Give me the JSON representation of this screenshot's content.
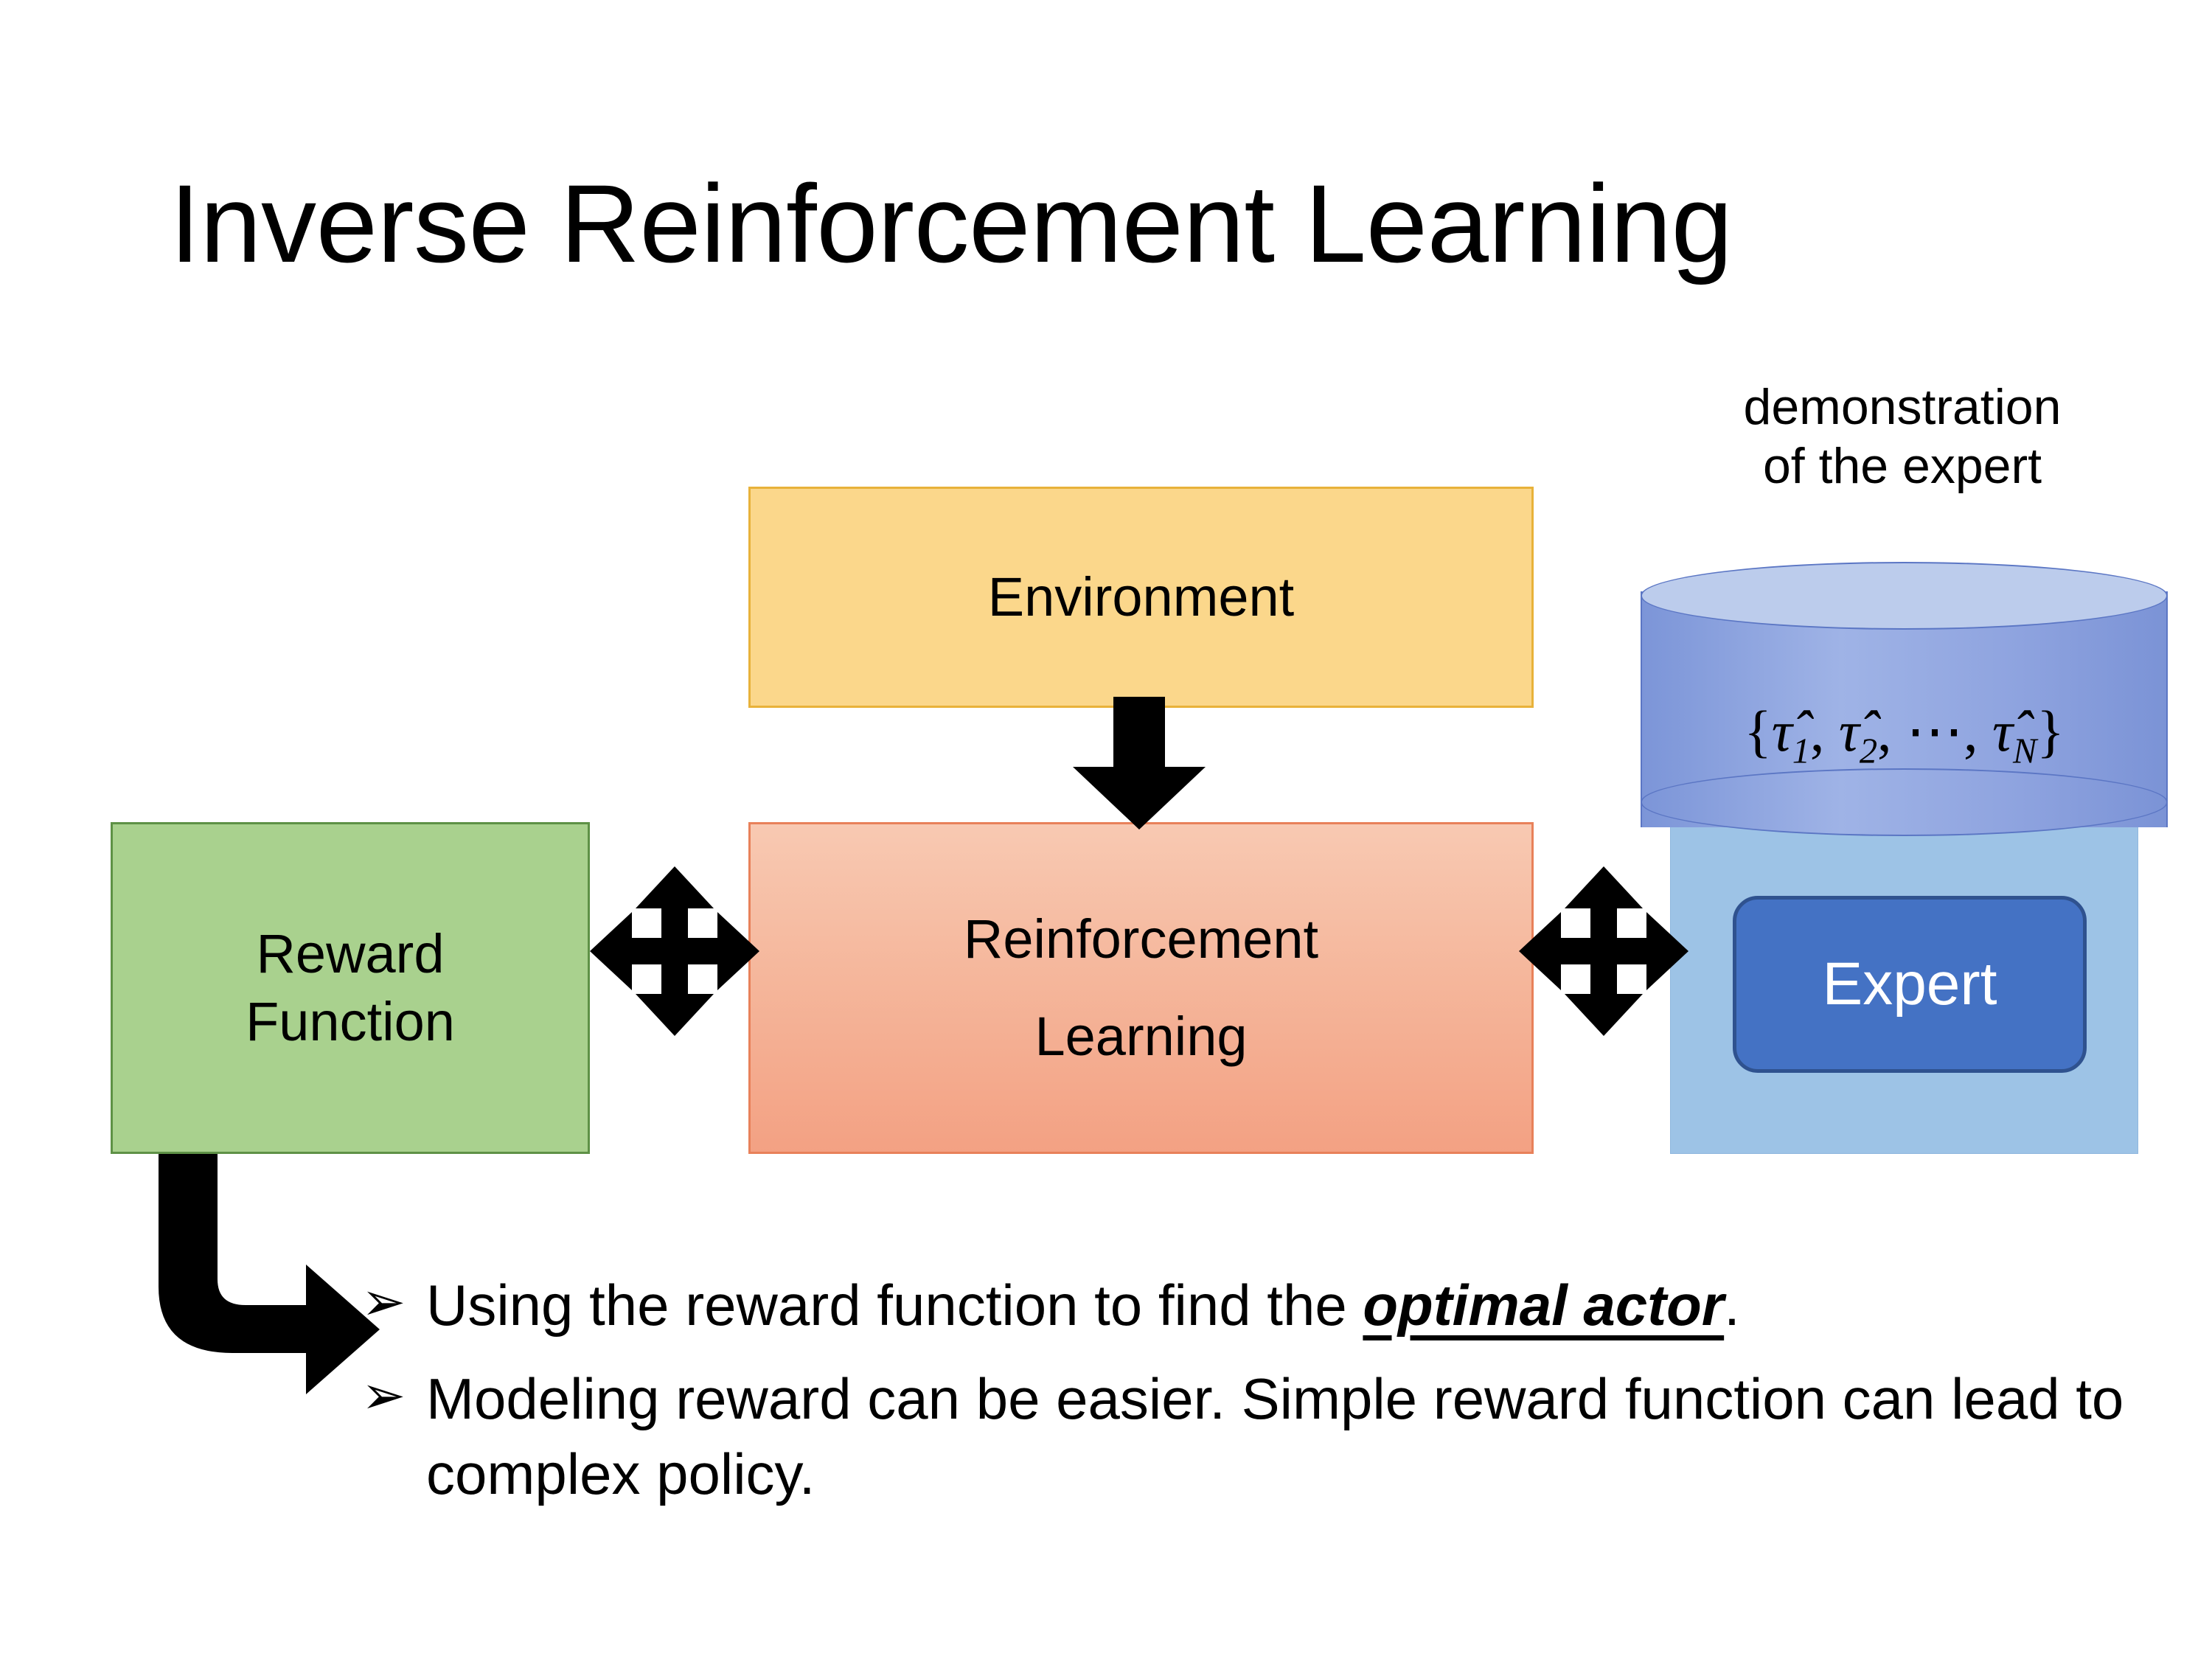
{
  "slide": {
    "title": "Inverse Reinforcement Learning"
  },
  "diagram": {
    "environment": {
      "label": "Environment",
      "fill": "#FBD78B",
      "border": "#E8B23A"
    },
    "reinforcement_learning": {
      "label_line1": "Reinforcement",
      "label_line2": "Learning",
      "fill_top": "#F8C9B2",
      "fill_bottom": "#F3A183",
      "border": "#E8815A"
    },
    "reward_function": {
      "label_line1": "Reward",
      "label_line2": "Function",
      "fill": "#A9D18E",
      "border": "#5E9146"
    },
    "demonstration": {
      "caption_line1": "demonstration",
      "caption_line2": "of the expert",
      "trajectory_set_open": "{",
      "trajectory_1": "τ̂",
      "trajectory_1_sub": "1",
      "trajectory_2": "τ̂",
      "trajectory_2_sub": "2",
      "ellipsis": "⋯",
      "trajectory_n": "τ̂",
      "trajectory_n_sub": "N",
      "trajectory_set_close": "}",
      "cylinder_fill": "#8FA6DF",
      "cylinder_top_fill": "#BCCCEC",
      "panel_fill": "#9DC3E6"
    },
    "expert": {
      "label": "Expert",
      "fill": "#4472C4",
      "border": "#2F528F",
      "text_color": "#FFFFFF"
    },
    "arrows": {
      "environment_to_rl": "down-arrow-icon",
      "reward_rl_link": "left-right-up-down-arrow-icon",
      "rl_expert_link": "left-right-up-down-arrow-icon",
      "reward_to_bullet": "bent-arrow-icon"
    }
  },
  "bullets": {
    "marker": "➢",
    "items": [
      {
        "prefix": "Using the reward function to find the ",
        "emphasis": "optimal actor",
        "suffix": "."
      },
      {
        "prefix": "Modeling reward can be easier. Simple reward function can lead to complex policy.",
        "emphasis": "",
        "suffix": ""
      }
    ]
  }
}
